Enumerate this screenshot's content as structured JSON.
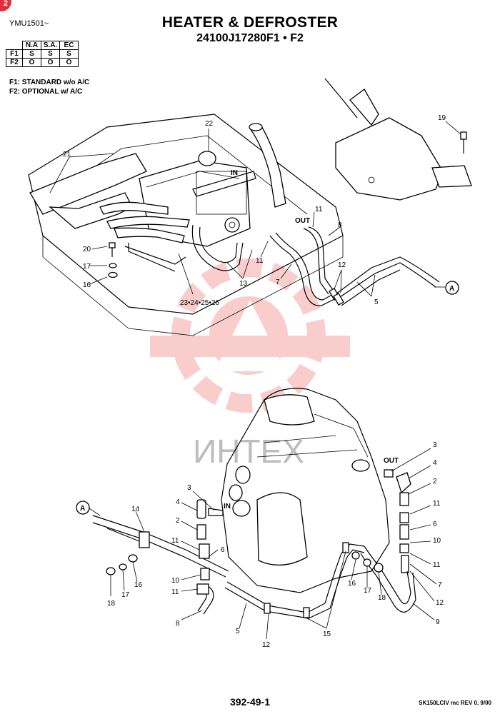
{
  "badge": "2",
  "model": "YMU1501~",
  "title": "HEATER & DEFROSTER",
  "part_number": "24100J17280F1 • F2",
  "variant_table": {
    "columns": [
      "N.A",
      "S.A.",
      "EC"
    ],
    "rows": [
      {
        "name": "F1",
        "values": [
          "S",
          "S",
          "S"
        ]
      },
      {
        "name": "F2",
        "values": [
          "O",
          "O",
          "O"
        ]
      }
    ]
  },
  "legend": [
    "F1: STANDARD w/o A/C",
    "F2: OPTIONAL w/ A/C"
  ],
  "watermark": "ИНТЕХ",
  "upper_labels": {
    "c22": "22",
    "c21": "21",
    "in": "IN",
    "c19": "19",
    "out": "OUT",
    "c11a": "11",
    "c8": "8",
    "c20": "20",
    "c17": "17",
    "c16": "16",
    "c11b": "11",
    "c7": "7",
    "c13": "13",
    "c12": "12",
    "c5": "5",
    "ref_a": "A",
    "c23": "23•24•25•26"
  },
  "lower_labels": {
    "c3a": "3",
    "out": "OUT",
    "c4a": "4",
    "c2a": "2",
    "c11a": "11",
    "c6a": "6",
    "c10a": "10",
    "c11b": "11",
    "c7": "7",
    "c12a": "12",
    "c9": "9",
    "c3b": "3",
    "in": "IN",
    "c4b": "4",
    "c2b": "2",
    "c11c": "11",
    "c6b": "6",
    "c10b": "10",
    "c11d": "11",
    "c8": "8",
    "c14": "14",
    "ref_a": "A",
    "c18a": "18",
    "c17a": "17",
    "c16a": "16",
    "c5": "5",
    "c12b": "12",
    "c15": "15",
    "c16b": "16",
    "c17b": "17",
    "c18b": "18"
  },
  "page_number": "392-49-1",
  "footer": "SK150LCIV mc REV 0, 9/00"
}
